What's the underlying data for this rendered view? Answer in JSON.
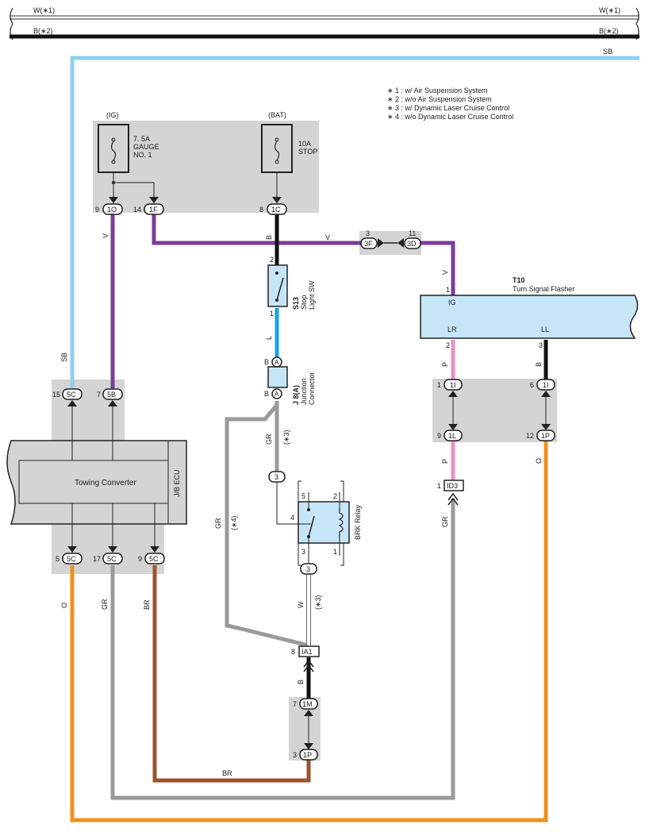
{
  "colors": {
    "SB": "#8fd0ee",
    "V": "#7a3d9a",
    "B": "#111111",
    "L": "#1aa0e6",
    "GR": "#9a9a9a",
    "P": "#ee8fbf",
    "O": "#f0901e",
    "BR": "#a0522d",
    "W": "#ffffff",
    "box": "#d4d4d4",
    "flasher": "#c6e6f8"
  },
  "top_wires": {
    "w1_left": "W(∗1)",
    "w1_right": "W(∗1)",
    "b2_left": "B(∗2)",
    "b2_right": "B(∗2)",
    "sb_right": "SB"
  },
  "legend": [
    "∗ 1 : w/ Air Suspension System",
    "∗ 2 : w/o Air Suspension System",
    "∗ 3 : w/ Dynamic Laser Cruise Control",
    "∗ 4 : w/o Dynamic Laser Cruise Control"
  ],
  "fuses": {
    "ig_label": "(IG)",
    "bat_label": "(BAT)",
    "gauge_line1": "7. 5A",
    "gauge_line2": "GAUGE",
    "gauge_line3": "NO. 1",
    "stop_line1": "10A",
    "stop_line2": "STOP"
  },
  "connectors": {
    "c1O": "1O",
    "c1O_pin": "9",
    "c1F": "1F",
    "c1F_pin": "14",
    "c1C": "1C",
    "c1C_pin": "8",
    "c3F": "3F",
    "c3F_pin": "3",
    "c3D": "3D",
    "c3D_pin": "11",
    "c5C_15": "5C",
    "c5C_15_pin": "15",
    "c5B": "5B",
    "c5B_pin": "7",
    "c5C_5": "5C",
    "c5C_5_pin": "5",
    "c5C_17": "5C",
    "c5C_17_pin": "17",
    "c5C_9": "5C",
    "c5C_9_pin": "9",
    "c1I_1": "1I",
    "c1I_1_pin": "1",
    "c1I_6": "1I",
    "c1I_6_pin": "6",
    "c1L": "1L",
    "c1L_pin": "9",
    "c1P_12": "1P",
    "c1P_12_pin": "12",
    "cID3": "ID3",
    "cID3_pin": "1",
    "cIA1": "IA1",
    "cIA1_pin": "8",
    "c1M": "1M",
    "c1M_pin": "7",
    "c1P_3": "1P",
    "c1P_3_pin": "3",
    "jA_top": "A",
    "jA_bot": "A",
    "jA_top_wire": "B",
    "jA_bot_wire": "B",
    "relay_in": "3",
    "relay_out": "3"
  },
  "switch": {
    "code": "S13",
    "line1": "Stop",
    "line2": "Light SW",
    "pin_top": "2",
    "pin_bot": "1"
  },
  "junction": {
    "code": "J 8(A)",
    "line1": "Junction",
    "line2": "Connector"
  },
  "flasher": {
    "code": "T10",
    "name": "Turn Signal Flasher",
    "ig": "IG",
    "lr": "LR",
    "ll": "LL",
    "pin_ig": "1",
    "pin_lr": "2",
    "pin_ll": "3"
  },
  "relay": {
    "name": "BRK Relay",
    "pin5": "5",
    "pin2": "2",
    "pin4": "4",
    "pin3": "3",
    "pin1": "1"
  },
  "ecu": {
    "name": "Towing Converter",
    "side": "J/B ECU"
  },
  "wire_labels": {
    "sb_left": "SB",
    "v_left": "V",
    "b_stop": "B",
    "v_mid": "V",
    "v_flasher": "V",
    "l_sw": "L",
    "gr_j": "GR",
    "gr_j_note": "(∗3)",
    "gr_left": "GR",
    "gr_left_note": "(∗4)",
    "w_relay": "W",
    "w_relay_note": "(∗3)",
    "b_ia1": "B",
    "p_top": "P",
    "b_ll": "B",
    "p_bot": "P",
    "o_right": "O",
    "gr_right": "GR",
    "o_left": "O",
    "gr_ecu": "GR",
    "br_ecu": "BR",
    "br_bottom": "BR"
  }
}
